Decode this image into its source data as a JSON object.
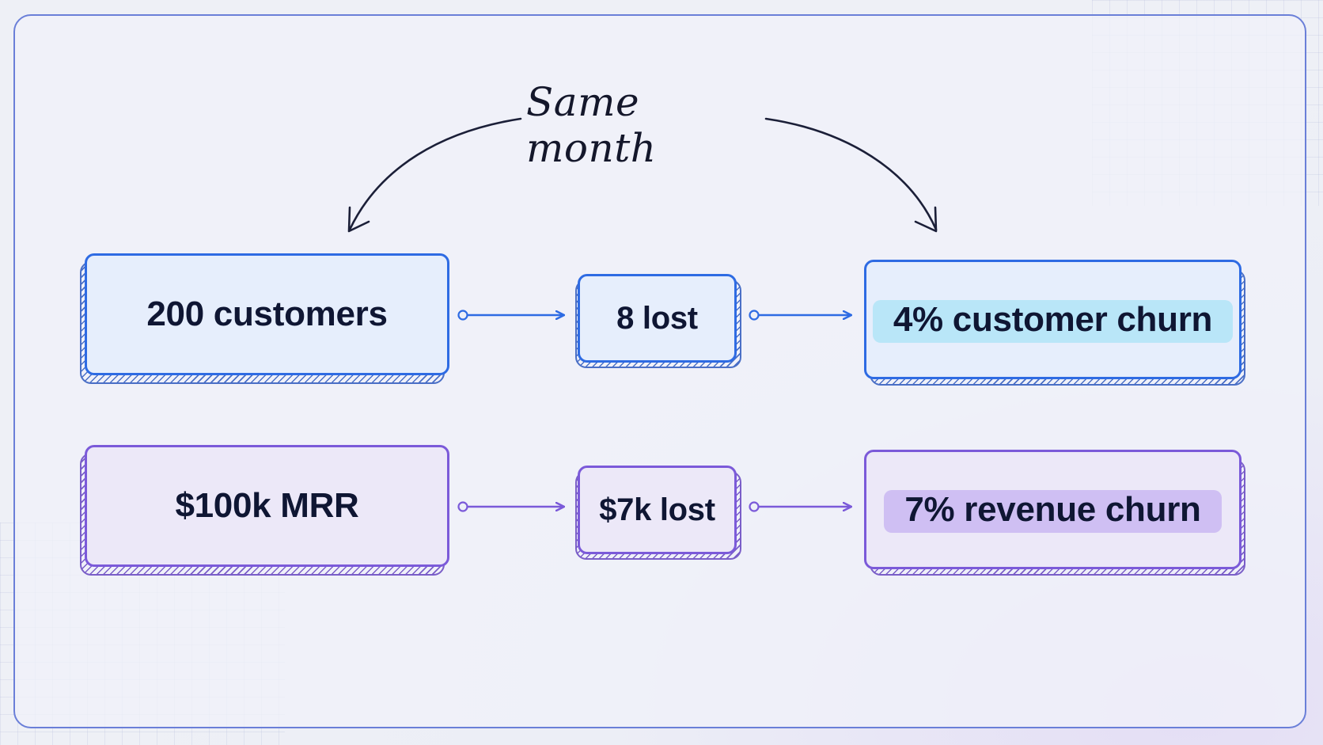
{
  "annotation": {
    "text": "Same month"
  },
  "rows": [
    {
      "name": "customer-row",
      "source": "200 customers",
      "loss": "8 lost",
      "result": "4% customer churn"
    },
    {
      "name": "revenue-row",
      "source": "$100k MRR",
      "loss": "$7k lost",
      "result": "7% revenue churn"
    }
  ],
  "colors": {
    "blue_accent": "#2e6be3",
    "purple_accent": "#7b5ad9",
    "blue_highlight": "#b9e6f8",
    "purple_highlight": "#cfbff3"
  }
}
